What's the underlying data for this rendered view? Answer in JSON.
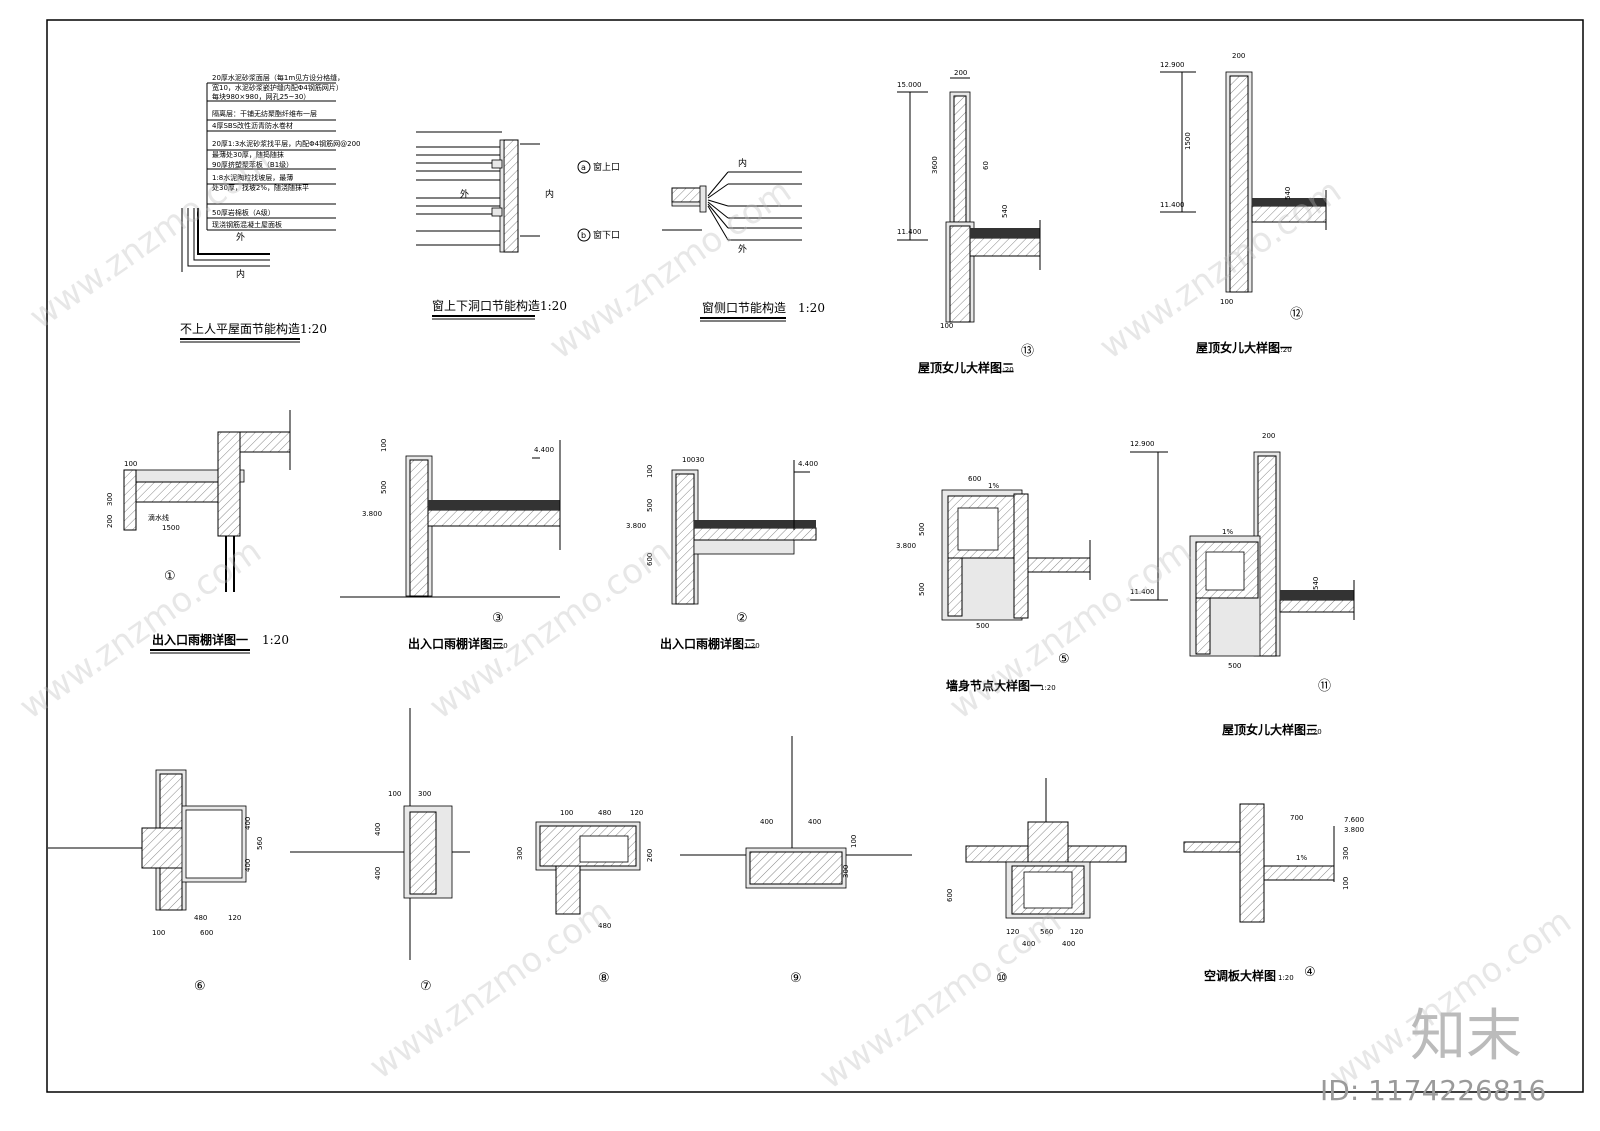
{
  "titles": {
    "roof_section": "不上人平屋面节能构造1:20",
    "window_updown": "窗上下洞口节能构造1:20",
    "window_side": "窗侧口节能构造",
    "window_side_scale": "1:20",
    "parapet_2": "屋顶女儿大样图二",
    "parapet_1": "屋顶女儿大样图一",
    "parapet_3": "屋顶女儿大样图三",
    "canopy_1": "出入口雨棚详图一",
    "canopy_1_scale": "1:20",
    "canopy_3": "出入口雨棚详图三",
    "canopy_2": "出入口雨棚详图二",
    "wall_node_1": "墙身节点大样图一",
    "ac_board": "空调板大样图",
    "scale": "1:20"
  },
  "labels": {
    "outside": "外",
    "inside": "内",
    "window_top": "窗上口",
    "window_bottom": "窗下口",
    "drip_line": "滴水线",
    "slope": "1%"
  },
  "callouts": [
    "①",
    "②",
    "③",
    "④",
    "⑤",
    "⑥",
    "⑦",
    "⑧",
    "⑨",
    "⑩",
    "⑪",
    "⑫",
    "⑬"
  ],
  "elevations": {
    "e15000": "15.000",
    "e11400": "11.400",
    "e12900": "12.900",
    "e4400": "4.400",
    "e3800": "3.800",
    "e7600": "7.600"
  },
  "dims": {
    "d200": "200",
    "d100": "100",
    "d60": "60",
    "d540": "540",
    "d3600": "3600",
    "d1500": "1500",
    "d300": "300",
    "d500": "500",
    "d600": "600",
    "d400": "400",
    "d480": "480",
    "d120": "120",
    "d560": "560",
    "d260": "260",
    "d700": "700",
    "d1003": "10030"
  },
  "watermark": {
    "brand": "知末",
    "site": "www.znzmo.com",
    "id": "ID: 1174226816"
  }
}
